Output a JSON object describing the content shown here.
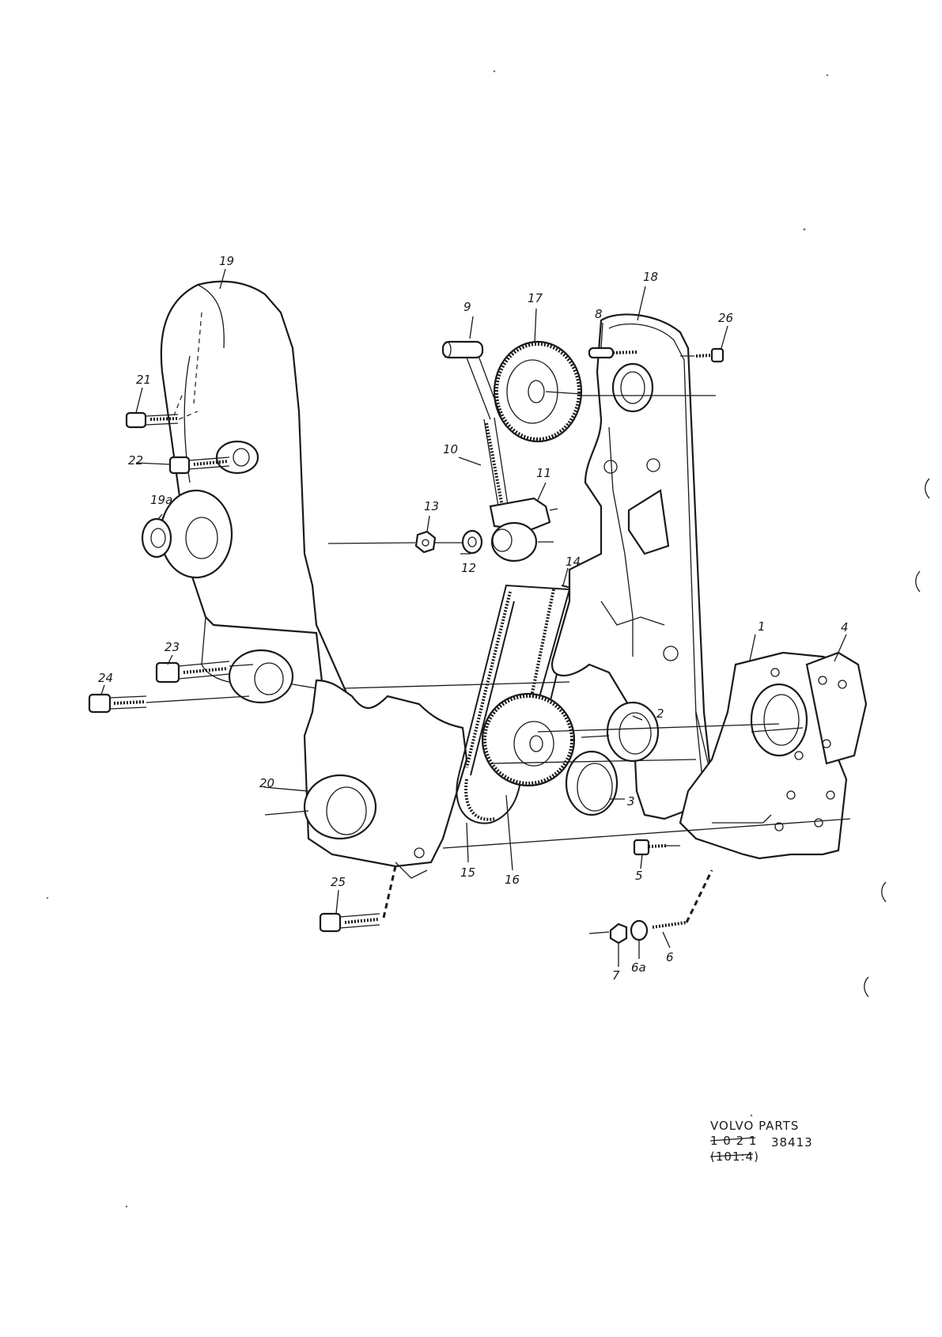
{
  "diagram": {
    "callouts": [
      {
        "id": "1",
        "label": "1"
      },
      {
        "id": "2",
        "label": "2"
      },
      {
        "id": "3",
        "label": "3"
      },
      {
        "id": "4",
        "label": "4"
      },
      {
        "id": "5",
        "label": "5"
      },
      {
        "id": "6",
        "label": "6"
      },
      {
        "id": "6a",
        "label": "6a"
      },
      {
        "id": "7",
        "label": "7"
      },
      {
        "id": "8",
        "label": "8"
      },
      {
        "id": "9",
        "label": "9"
      },
      {
        "id": "10",
        "label": "10"
      },
      {
        "id": "11",
        "label": "11"
      },
      {
        "id": "12",
        "label": "12"
      },
      {
        "id": "13",
        "label": "13"
      },
      {
        "id": "14",
        "label": "14"
      },
      {
        "id": "15",
        "label": "15"
      },
      {
        "id": "16",
        "label": "16"
      },
      {
        "id": "17",
        "label": "17"
      },
      {
        "id": "18",
        "label": "18"
      },
      {
        "id": "19",
        "label": "19"
      },
      {
        "id": "19a",
        "label": "19a"
      },
      {
        "id": "20",
        "label": "20"
      },
      {
        "id": "21",
        "label": "21"
      },
      {
        "id": "22",
        "label": "22"
      },
      {
        "id": "23",
        "label": "23"
      },
      {
        "id": "24",
        "label": "24"
      },
      {
        "id": "25",
        "label": "25"
      },
      {
        "id": "26",
        "label": "26"
      }
    ]
  },
  "footer": {
    "brand": "VOLVO  PARTS",
    "group_struck": "1  0 2 1",
    "part_number": "38413",
    "ref_struck": "(101:4)"
  }
}
